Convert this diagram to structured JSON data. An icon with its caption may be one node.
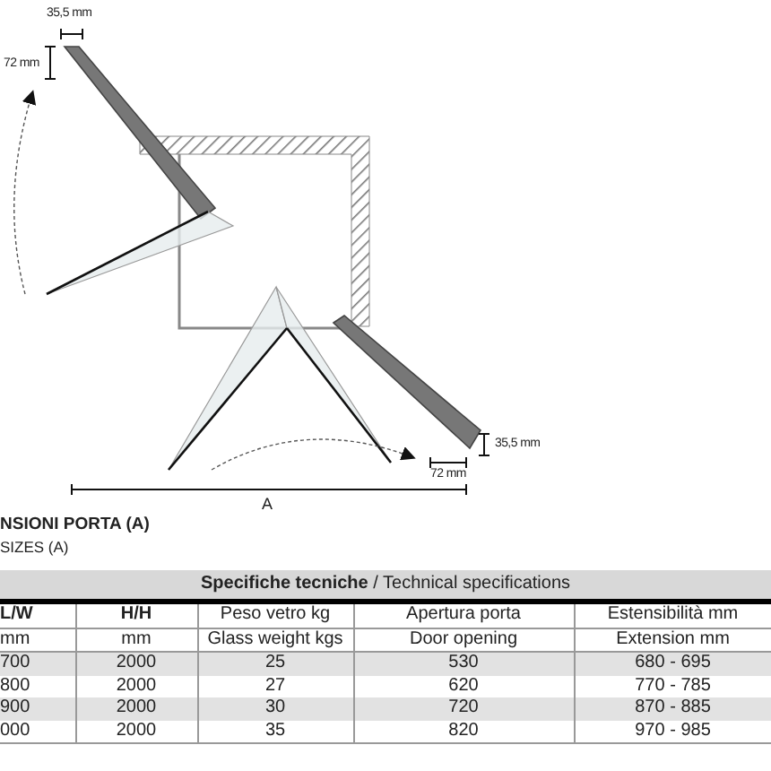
{
  "diagram": {
    "labels": [
      "35,5 mm",
      "72 mm",
      "35,5 mm",
      "72 mm",
      "A",
      "NSIONI PORTA (A)",
      "SIZES (A)",
      "**Specifiche tecniche** / Technical specifications",
      "L/W",
      "H/H",
      "Peso vetro kg",
      "Apertura porta",
      "Estensibilità mm",
      "mm",
      "mm",
      "Glass weight kgs",
      "Door opening",
      "Extension mm",
      "700",
      "2000",
      "25",
      "530",
      "680 - 695",
      "800",
      "2000",
      "27",
      "620",
      "770 - 785",
      "900",
      "2000",
      "30",
      "720",
      "870 - 885",
      "000",
      "2000",
      "35",
      "820",
      "970 - 985"
    ]
  }
}
